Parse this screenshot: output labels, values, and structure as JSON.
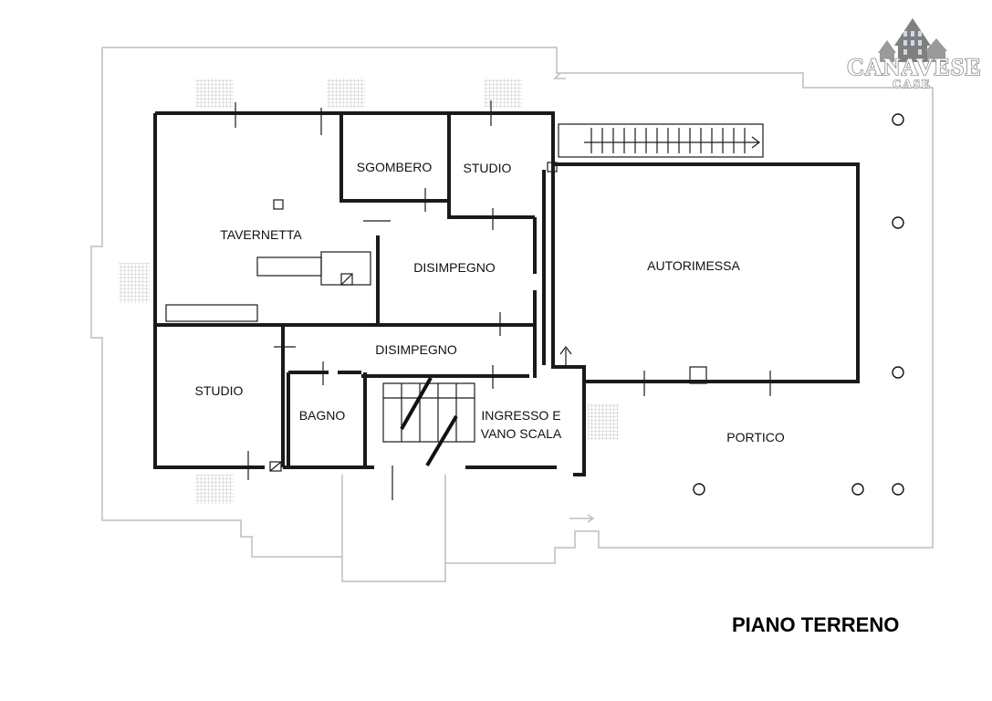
{
  "logo": {
    "brand": "CANAVESE",
    "sub": "CASE"
  },
  "plan_title": "PIANO TERRENO",
  "rooms": {
    "tavernetta": "TAVERNETTA",
    "sgombero": "SGOMBERO",
    "studio_top": "STUDIO",
    "disimpegno_upper": "DISIMPEGNO",
    "autorimessa": "AUTORIMESSA",
    "disimpegno_lower": "DISIMPEGNO",
    "studio_bottom": "STUDIO",
    "bagno": "BAGNO",
    "ingresso_line1": "INGRESSO E",
    "ingresso_line2": "VANO SCALA",
    "portico": "PORTICO"
  },
  "colors": {
    "wall": "#1a1a1a",
    "outline": "#bdbdbd",
    "hatch": "#cfcfcf",
    "logo": "#8a8a8a"
  }
}
